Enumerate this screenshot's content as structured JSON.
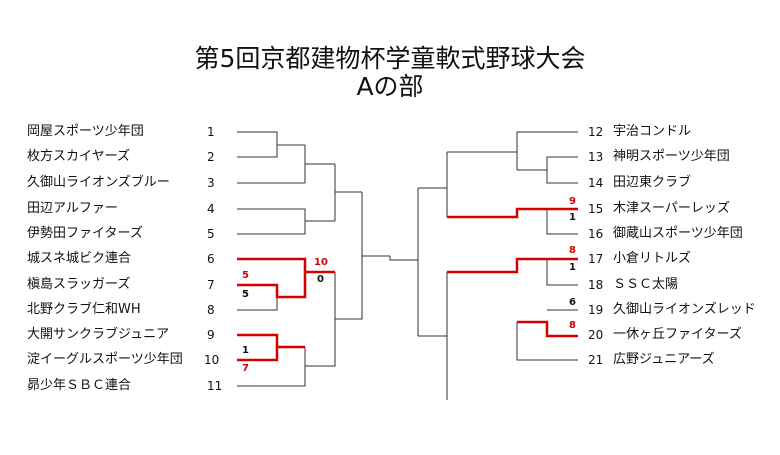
{
  "title": {
    "line1": "第5回京都建物杯学童軟式野球大会",
    "line2": "Aの部"
  },
  "colors": {
    "line": "#333333",
    "winner": "#d40000"
  },
  "left_teams": [
    {
      "num": "1",
      "name": "岡屋スポーツ少年団"
    },
    {
      "num": "2",
      "name": "枚方スカイヤーズ"
    },
    {
      "num": "3",
      "name": "久御山ライオンズブルー"
    },
    {
      "num": "4",
      "name": "田辺アルファー"
    },
    {
      "num": "5",
      "name": "伊勢田ファイターズ"
    },
    {
      "num": "6",
      "name": "城スネ城ビク連合"
    },
    {
      "num": "7",
      "name": "槇島スラッガーズ"
    },
    {
      "num": "8",
      "name": "北野クラブ仁和WH"
    },
    {
      "num": "9",
      "name": "大開サンクラブジュニア"
    },
    {
      "num": "10",
      "name": "淀イーグルスポーツ少年団"
    },
    {
      "num": "11",
      "name": "昴少年ＳＢＣ連合"
    }
  ],
  "right_teams": [
    {
      "num": "12",
      "name": "宇治コンドル"
    },
    {
      "num": "13",
      "name": "神明スポーツ少年団"
    },
    {
      "num": "14",
      "name": "田辺東クラブ"
    },
    {
      "num": "15",
      "name": "木津スーパーレッズ"
    },
    {
      "num": "16",
      "name": "御蔵山スポーツ少年団"
    },
    {
      "num": "17",
      "name": "小倉リトルズ"
    },
    {
      "num": "18",
      "name": "ＳＳＣ太陽"
    },
    {
      "num": "19",
      "name": "久御山ライオンズレッド"
    },
    {
      "num": "20",
      "name": "一休ヶ丘ファイターズ"
    },
    {
      "num": "21",
      "name": "広野ジュニアーズ"
    }
  ],
  "scores": {
    "m7_8": {
      "top": "5",
      "bottom": "5"
    },
    "m6": {
      "top": "10",
      "bottom": "0"
    },
    "m9_10": {
      "top": "1",
      "bottom": "7"
    },
    "m15_16": {
      "top": "9",
      "bottom": "1"
    },
    "m17_18": {
      "top": "8",
      "bottom": "1"
    },
    "m19_20": {
      "top": "6",
      "bottom": "8"
    }
  }
}
